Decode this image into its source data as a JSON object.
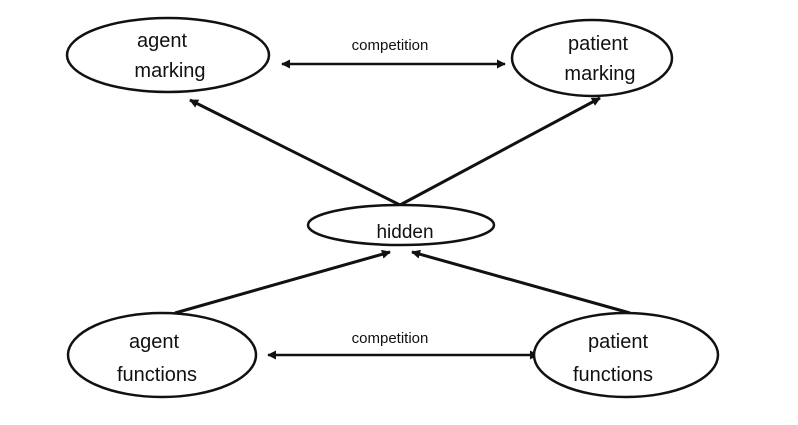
{
  "diagram": {
    "nodes": {
      "agent_marking": {
        "lines": [
          "agent",
          "marking"
        ]
      },
      "patient_marking": {
        "lines": [
          "patient",
          "marking"
        ]
      },
      "hidden": {
        "lines": [
          "hidden"
        ]
      },
      "agent_functions": {
        "lines": [
          "agent",
          "functions"
        ]
      },
      "patient_functions": {
        "lines": [
          "patient",
          "functions"
        ]
      }
    },
    "edges": {
      "top_competition": "competition",
      "bottom_competition": "competition"
    },
    "colors": {
      "stroke": "#111111",
      "background": "#ffffff"
    }
  }
}
